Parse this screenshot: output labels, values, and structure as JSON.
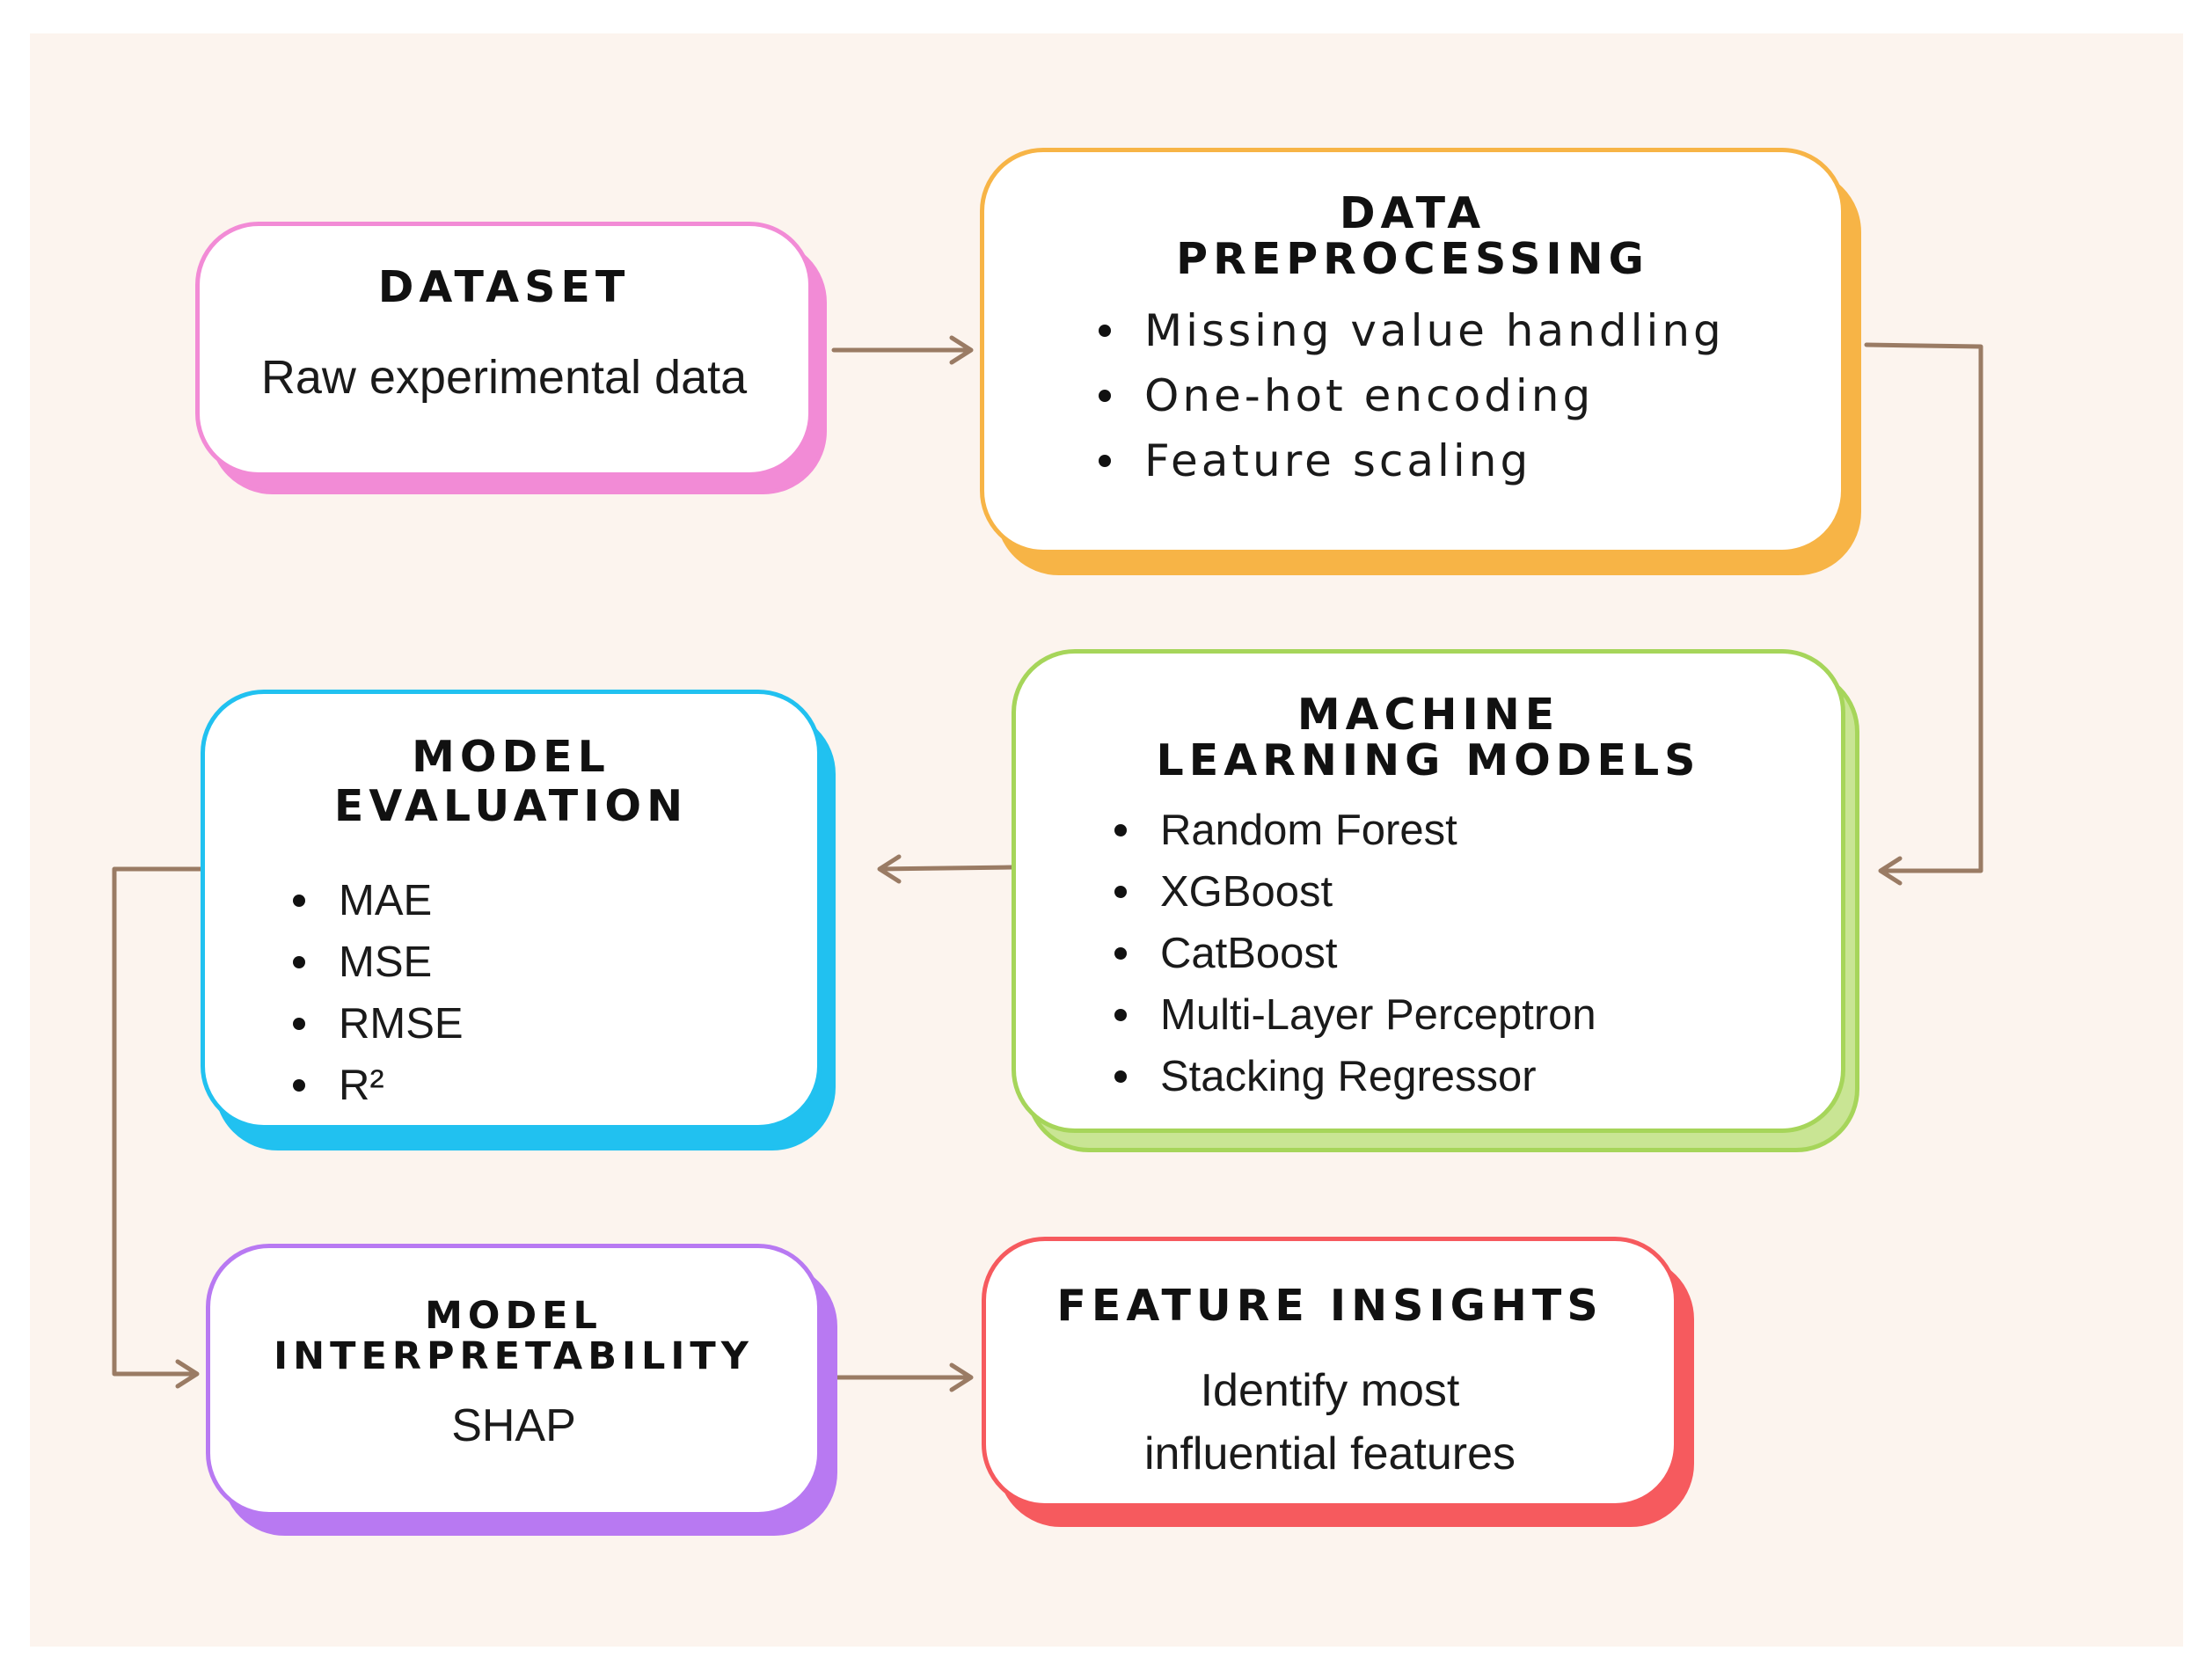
{
  "colors": {
    "background": "#fcf4ee",
    "connector": "#9a7b64",
    "dataset": "#f28bd6",
    "preprocessing": "#f7b446",
    "ml_models": "#a6d55a",
    "evaluation": "#21c1f0",
    "interpretability": "#b879f2",
    "insights": "#f65a5e"
  },
  "dataset": {
    "title": "DATASET",
    "text": "Raw experimental data"
  },
  "preprocessing": {
    "title": "DATA\nPREPROCESSING",
    "items": [
      "Missing value handling",
      "One-hot encoding",
      "Feature scaling"
    ]
  },
  "ml_models": {
    "title": "MACHINE\nLEARNING MODELS",
    "items": [
      "Random Forest",
      "XGBoost",
      "CatBoost",
      "Multi-Layer Perceptron",
      "Stacking Regressor"
    ]
  },
  "evaluation": {
    "title": "MODEL\nEVALUATION",
    "items": [
      "MAE",
      "MSE",
      "RMSE",
      "R²"
    ]
  },
  "interpretability": {
    "title": "MODEL\nINTERPRETABILITY",
    "text": "SHAP"
  },
  "insights": {
    "title": "FEATURE INSIGHTS",
    "text_line1": "Identify most",
    "text_line2": "influential features"
  }
}
